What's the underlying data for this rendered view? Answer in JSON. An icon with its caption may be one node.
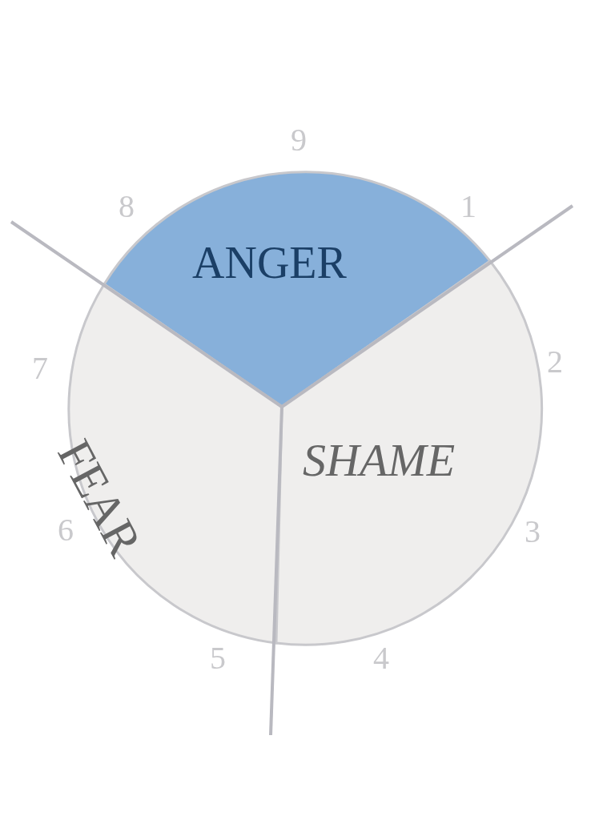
{
  "diagram": {
    "nodes": [
      {
        "text": [
          "ANGER"
        ]
      },
      {
        "text": [
          "FEAR"
        ]
      },
      {
        "text": [
          "SHAME"
        ]
      }
    ],
    "labels": [
      "9",
      "8",
      "1",
      "7",
      "2",
      "6",
      "3",
      "5",
      "4"
    ]
  }
}
